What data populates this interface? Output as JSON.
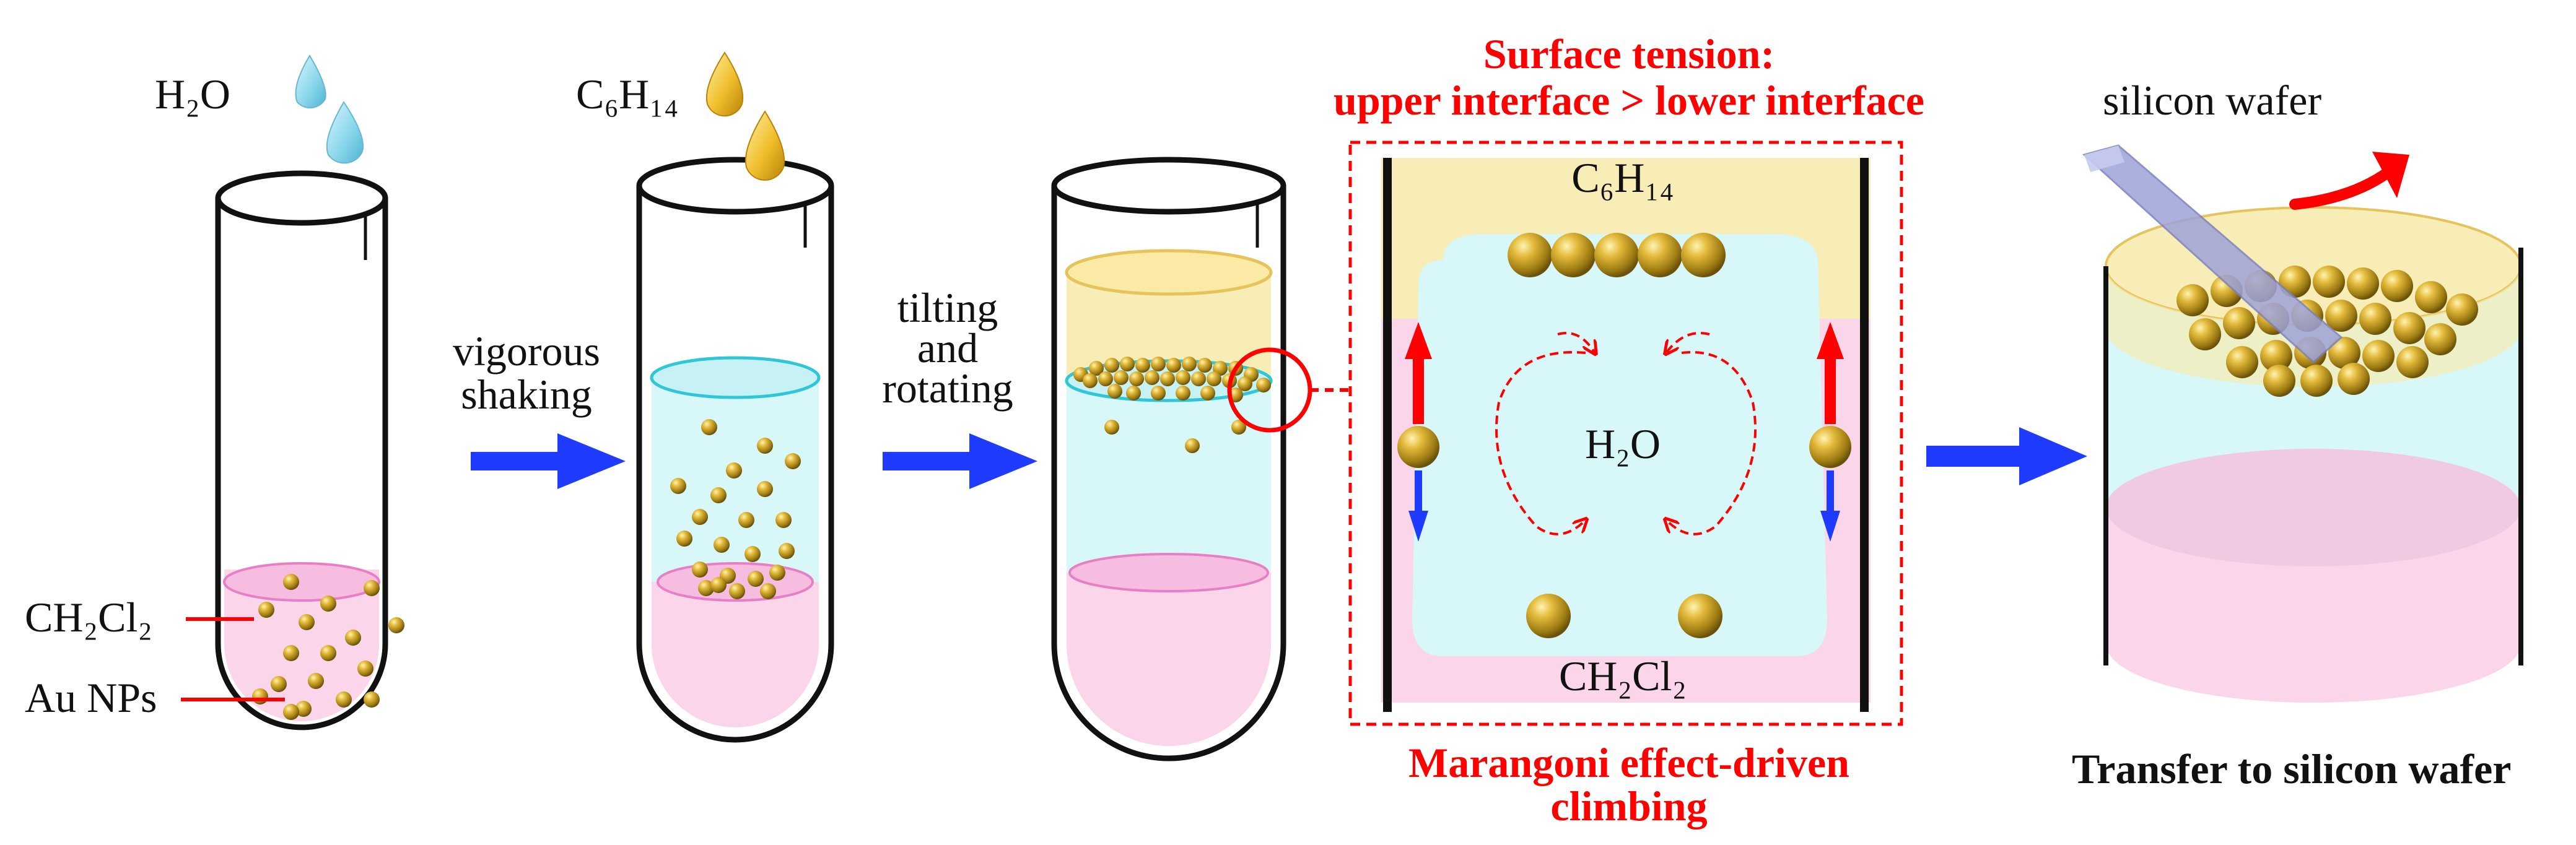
{
  "labels": {
    "h2o_1": "H₂O",
    "c6h14_1": "C₆H₁₄",
    "ch2cl2_1": "CH₂Cl₂",
    "au_nps": "Au NPs",
    "step1_line1": "vigorous",
    "step1_line2": "shaking",
    "step2_line1": "tilting",
    "step2_line2": "and",
    "step2_line3": "rotating",
    "surface_title_line1": "Surface tension:",
    "surface_title_line2": "upper interface > lower interface",
    "inset_c6h14": "C₆H₁₄",
    "inset_h2o": "H₂O",
    "inset_ch2cl2": "CH₂Cl₂",
    "marangoni_line1": "Marangoni effect-driven",
    "marangoni_line2": "climbing",
    "silicon_wafer": "silicon wafer",
    "transfer_caption": "Transfer to silicon wafer"
  },
  "colors": {
    "pink": "#fbd5e9",
    "cyan": "#d8f7f8",
    "yellow": "#f8ecb7",
    "blue_arrow": "#1f3bff",
    "red": "#ff0000",
    "gold": "#c8a21e",
    "wafer": "#9ea3d8"
  }
}
